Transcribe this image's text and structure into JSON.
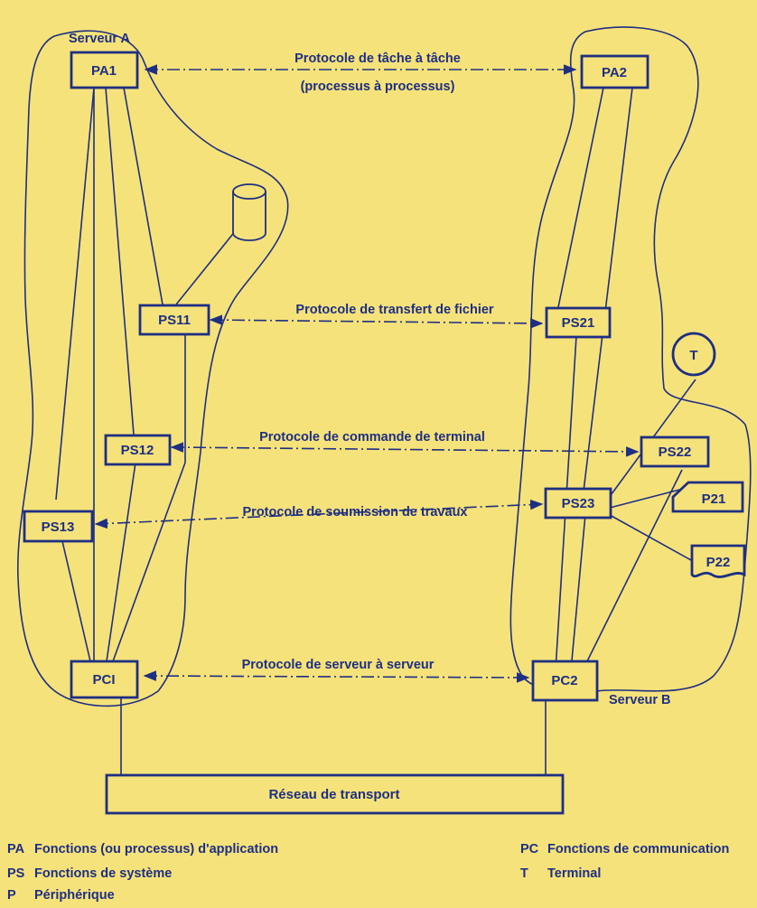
{
  "servers": {
    "a": "Serveur A",
    "b": "Serveur B"
  },
  "nodes": {
    "pa1": "PA1",
    "pa2": "PA2",
    "ps11": "PS11",
    "ps12": "PS12",
    "ps13": "PS13",
    "ps21": "PS21",
    "ps22": "PS22",
    "ps23": "PS23",
    "pc1": "PCI",
    "pc2": "PC2",
    "terminal": "T",
    "p21": "P21",
    "p22": "P22"
  },
  "protocols": {
    "task_line1": "Protocole de tâche à tâche",
    "task_line2": "(processus à processus)",
    "file": "Protocole de transfert de fichier",
    "terminal": "Protocole de commande de terminal",
    "jobs": "Protocole de soumission de travaux",
    "server": "Protocole de serveur à serveur"
  },
  "network": "Réseau de transport",
  "legend": [
    {
      "abbr": "PA",
      "text": "Fonctions (ou processus) d'application"
    },
    {
      "abbr": "PS",
      "text": "Fonctions de système"
    },
    {
      "abbr": "P",
      "text": "Périphérique"
    },
    {
      "abbr": "PC",
      "text": "Fonctions de communication"
    },
    {
      "abbr": "T",
      "text": "Terminal"
    }
  ],
  "colors": {
    "background": "#f6e27a",
    "ink": "#1e2f83"
  }
}
